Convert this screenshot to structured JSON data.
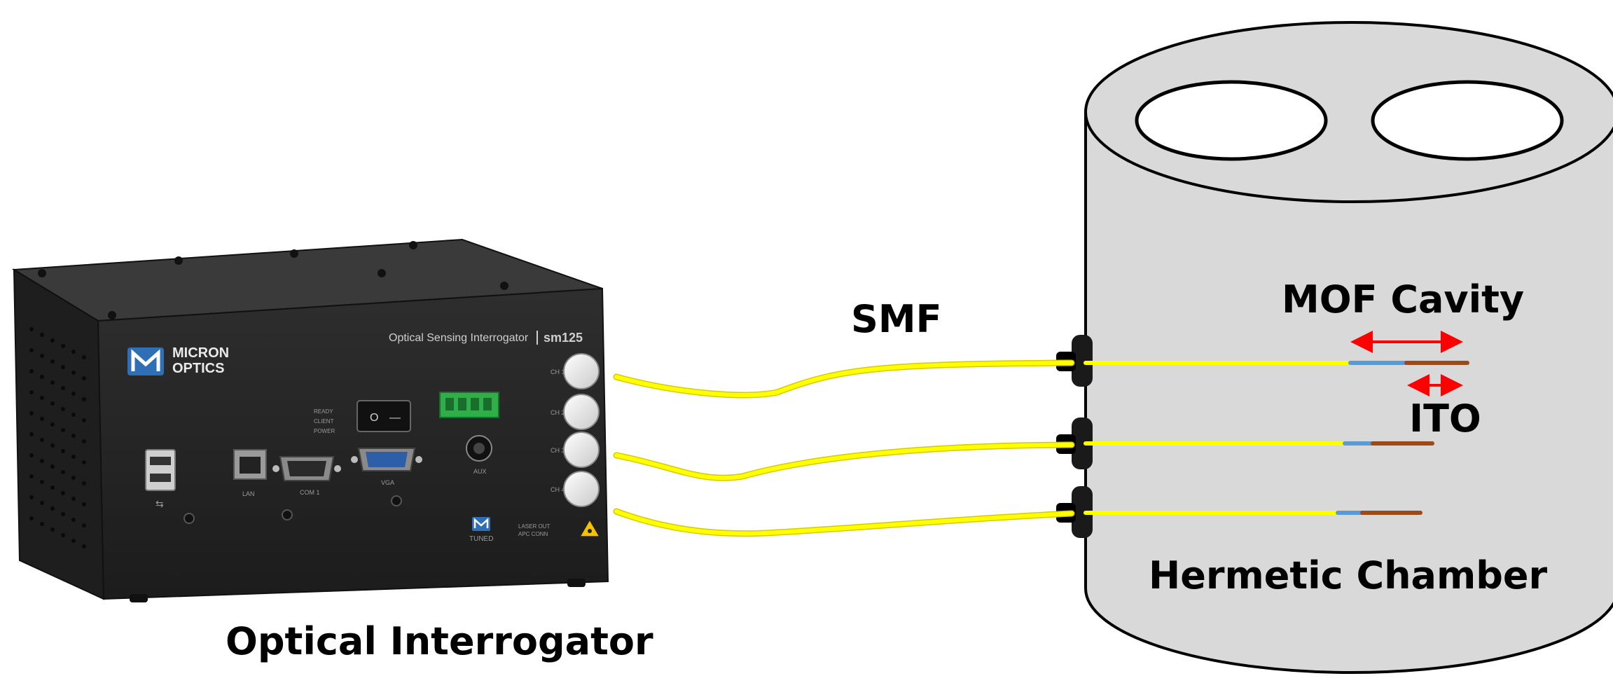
{
  "labels": {
    "smf": "SMF",
    "mof_cavity": "MOF Cavity",
    "ito": "ITO",
    "hermetic_chamber": "Hermetic Chamber",
    "optical_interrogator": "Optical Interrogator"
  },
  "device": {
    "brand_line1": "MICRON",
    "brand_line2": "OPTICS",
    "model_title": "Optical Sensing Interrogator",
    "model_number": "sm125",
    "port_labels": [
      "CH 1",
      "CH 2",
      "CH 3",
      "CH 4"
    ],
    "status_labels": [
      "READY",
      "CLIENT",
      "POWER"
    ],
    "connector_labels": [
      "LAN",
      "COM 1",
      "VGA",
      "AUX"
    ],
    "tuned_label": "TUNED",
    "laser_label_line1": "LASER OUT",
    "laser_label_line2": "APC CONN",
    "power_switch_symbols": [
      "O",
      "—"
    ]
  },
  "colors": {
    "fiber": "#ffff00",
    "fiber_outline": "#d8c800",
    "arrow": "#ff0000",
    "mof_segment": "#5b9bd5",
    "ito_segment": "#9c4a1a",
    "chamber_fill": "#d9d9d9",
    "device_body": "#262626"
  }
}
